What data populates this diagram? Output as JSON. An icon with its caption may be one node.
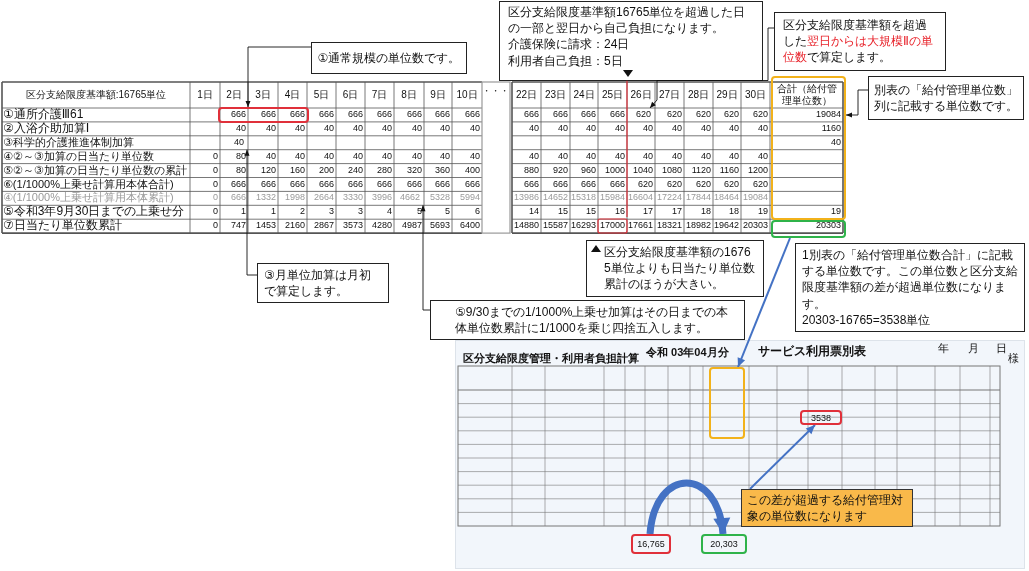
{
  "diagram": {
    "nodes": [
      {
        "text": [
          "①通常規模の単位数です。"
        ]
      },
      {
        "text": [
          "区分支給限度基準額16765単位を超過した日の一部と翌日から自己負担になります。",
          "介護保険に請求：24日",
          "利用者自己負担：5日"
        ]
      },
      {
        "text": [
          "区分支給限度基準額を超過した",
          "翌日からは大規模Ⅱの単位数",
          "で算定します。"
        ]
      },
      {
        "text": [
          "別表の「給付管理単位数」列に記載する単位数です。"
        ]
      },
      {
        "text": [],
        "shape": "box"
      },
      {
        "text": [
          "区分支給限度基準額の16765単位よりも日当たり単位数累計のほうが大きい。"
        ]
      },
      {
        "text": [
          "1別表の「給付管理単位数合計」に記載する単位数です。この単位数と区分支給限度基準額の差が超過単位数になります。",
          "20303-16765=3538単位"
        ]
      },
      {
        "text": [
          "③月単位加算は月初で算定します。"
        ]
      },
      {
        "text": [
          "⑤9/30までの1/1000%上乗せ加算はその日までの本体単位数累計に1/1000を乗じ四捨五入します。"
        ]
      },
      {
        "text": [
          "令和 03年04月分",
          "サービス利用票別表",
          "区分支給限度管理・利用者負担計算"
        ]
      },
      {
        "text": [],
        "shape": "box",
        "in": 9
      },
      {
        "text": [
          "3538"
        ],
        "in": 9
      },
      {
        "text": [
          "この差が超過する給付管理対象の単位数になります"
        ],
        "in": 9
      },
      {
        "text": [
          "16,765"
        ],
        "in": 9
      },
      {
        "text": [
          "20,303"
        ],
        "in": 9
      },
      {
        "text": [],
        "shape": "box"
      },
      {
        "text": [
          "620"
        ]
      },
      {
        "text": [],
        "shape": "box"
      },
      {
        "text": [
          "40"
        ]
      },
      {
        "text": [
          "4662"
        ]
      }
    ],
    "edges": [
      {
        "from": 0,
        "to": 15,
        "arrow": "to"
      },
      {
        "from": 2,
        "to": 16,
        "arrow": "to"
      },
      {
        "from": 3,
        "to": 17,
        "arrow": "to"
      },
      {
        "from": 7,
        "to": 18,
        "arrow": "to"
      },
      {
        "from": 8,
        "to": 19,
        "arrow": "to"
      },
      {
        "from": 4,
        "to": 10,
        "arrow": "to",
        "color": "#4472c4"
      },
      {
        "from": 12,
        "to": 11,
        "arrow": "to",
        "color": "#4472c4"
      },
      {
        "from": 13,
        "to": 14,
        "arrow": "to",
        "color": "#4472c4",
        "style": "thick"
      }
    ],
    "labels": [
      "区分支給限度基準額:16765単位",
      "1日",
      "2日",
      "3日",
      "4日",
      "5日",
      "6日",
      "7日",
      "8日",
      "9日",
      "10日",
      "・・・",
      "22日",
      "23日",
      "24日",
      "25日",
      "26日",
      "27日",
      "28日",
      "29日",
      "30日",
      "合計（給付管理単位数）",
      "①通所介護Ⅲ61",
      "666",
      "666",
      "666",
      "666",
      "666",
      "666",
      "666",
      "666",
      "666",
      "666",
      "666",
      "666",
      "666",
      "620",
      "620",
      "620",
      "620",
      "19084",
      "②入浴介助加算Ⅰ",
      "40",
      "40",
      "40",
      "40",
      "40",
      "40",
      "40",
      "40",
      "40",
      "40",
      "40",
      "40",
      "40",
      "40",
      "40",
      "40",
      "40",
      "40",
      "1160",
      "③科学的介護推進体制加算",
      "40",
      "④②～③加算の日当たり単位数",
      "0",
      "80",
      "40",
      "40",
      "40",
      "40",
      "40",
      "40",
      "40",
      "40",
      "40",
      "40",
      "40",
      "40",
      "40",
      "40",
      "40",
      "40",
      "40",
      "⑤②～③加算の日当たり単位数の累計",
      "0",
      "80",
      "120",
      "160",
      "200",
      "240",
      "280",
      "320",
      "360",
      "400",
      "880",
      "920",
      "960",
      "1000",
      "1040",
      "1080",
      "1120",
      "1160",
      "1200",
      "⑥(1/1000%上乗せ計算用本体合計)",
      "0",
      "666",
      "666",
      "666",
      "666",
      "666",
      "666",
      "666",
      "666",
      "666",
      "666",
      "666",
      "666",
      "666",
      "620",
      "620",
      "620",
      "620",
      "620",
      "④(1/1000%上乗せ計算用本体累計)",
      "0",
      "666",
      "1332",
      "1998",
      "2664",
      "3330",
      "3996",
      "5328",
      "5994",
      "13986",
      "14652",
      "15318",
      "15984",
      "16604",
      "17224",
      "17844",
      "18464",
      "19084",
      "⑤令和3年9月30日までの上乗せ分",
      "0",
      "1",
      "1",
      "2",
      "3",
      "3",
      "4",
      "5",
      "5",
      "6",
      "14",
      "15",
      "15",
      "16",
      "17",
      "17",
      "18",
      "18",
      "19",
      "19",
      "⑦日当たり単位数累計",
      "0",
      "747",
      "1453",
      "2160",
      "2867",
      "3573",
      "4280",
      "4987",
      "5693",
      "6400",
      "14880",
      "15587",
      "16293",
      "17000",
      "17661",
      "18321",
      "18982",
      "19642",
      "20303",
      "20303",
      "年",
      "月",
      "日",
      "様"
    ]
  }
}
